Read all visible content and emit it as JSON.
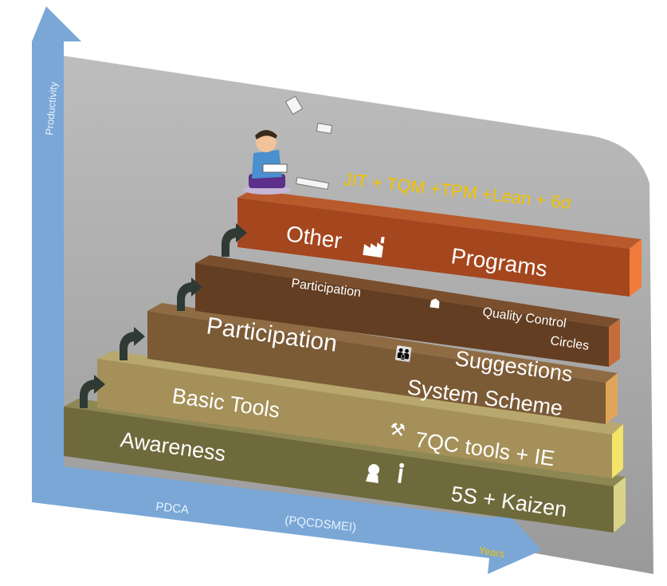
{
  "axes": {
    "y_label": "Productivity",
    "x_label": "Years",
    "pdca": "PDCA",
    "pqcdsmei": "(PQCDSMEI)"
  },
  "top_programs": "JIT + TQM +TPM +Lean + 6σ",
  "steps": [
    {
      "left": "Awareness",
      "right": "5S +  Kaizen",
      "icon": "person-speaking-icon",
      "color": "#6f6a3c",
      "end_color": "#d9d48a"
    },
    {
      "left": "Basic Tools",
      "right": "7QC tools + IE",
      "icon": "tools-icon",
      "color": "#a49058",
      "end_color": "#f3e46a"
    },
    {
      "left": "Participation",
      "right": "Suggestions",
      "right2": "System Scheme",
      "icon": "people-icon",
      "color": "#7b5a36",
      "end_color": "#e0a55a"
    },
    {
      "left": "Participation",
      "right": "Quality Control",
      "right2": "Circles",
      "icon": "group-icon",
      "color": "#643e22",
      "end_color": "#c56c3a"
    },
    {
      "left": "Other",
      "right": "Programs",
      "icon": "factory-icon",
      "color": "#a4461e",
      "end_color": "#f27a3a"
    }
  ],
  "colors": {
    "arrow": "#7aa7d6",
    "backdrop": "#a6a6a6"
  }
}
